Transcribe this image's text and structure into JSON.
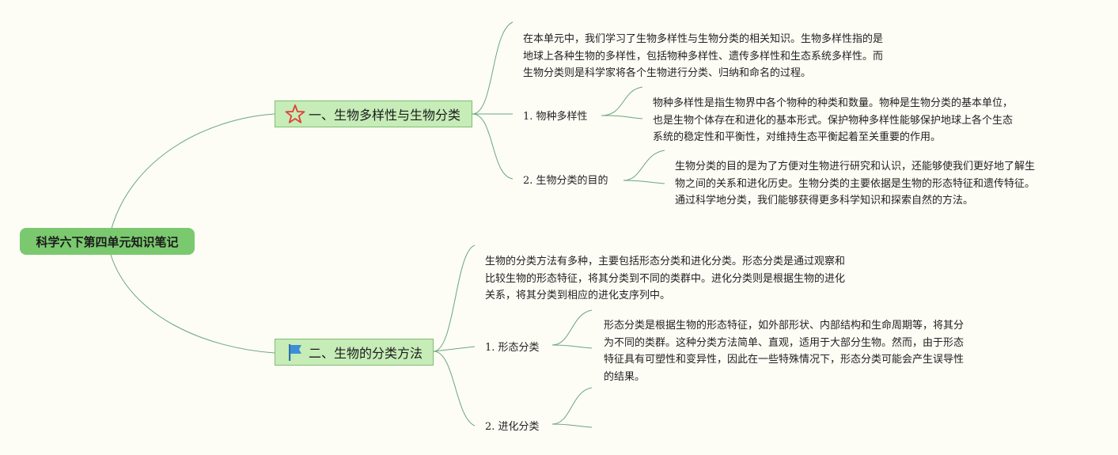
{
  "root": {
    "title": "科学六下第四单元知识笔记"
  },
  "branches": [
    {
      "title": "一、生物多样性与生物分类",
      "icon": "star-icon",
      "intro": "在本单元中，我们学习了生物多样性与生物分类的相关知识。生物多样性指的是\n地球上各种生物的多样性，包括物种多样性、遗传多样性和生态系统多样性。而\n生物分类则是科学家将各个生物进行分类、归纳和命名的过程。",
      "items": [
        {
          "label": "1. 物种多样性",
          "detail": "物种多样性是指生物界中各个物种的种类和数量。物种是生物分类的基本单位，\n也是生物个体存在和进化的基本形式。保护物种多样性能够保护地球上各个生态\n系统的稳定性和平衡性，对维持生态平衡起着至关重要的作用。"
        },
        {
          "label": "2. 生物分类的目的",
          "detail": "生物分类的目的是为了方便对生物进行研究和认识，还能够使我们更好地了解生\n物之间的关系和进化历史。生物分类的主要依据是生物的形态特征和遗传特征。\n通过科学地分类，我们能够获得更多科学知识和探索自然的方法。"
        }
      ]
    },
    {
      "title": "二、生物的分类方法",
      "icon": "flag-icon",
      "intro": "生物的分类方法有多种，主要包括形态分类和进化分类。形态分类是通过观察和\n比较生物的形态特征，将其分类到不同的类群中。进化分类则是根据生物的进化\n关系，将其分类到相应的进化支序列中。",
      "items": [
        {
          "label": "1. 形态分类",
          "detail": "形态分类是根据生物的形态特征，如外部形状、内部结构和生命周期等，将其分\n为不同的类群。这种分类方法简单、直观，适用于大部分生物。然而，由于形态\n特征具有可塑性和变异性，因此在一些特殊情况下，形态分类可能会产生误导性\n的结果。"
        },
        {
          "label": "2. 进化分类",
          "detail": ""
        }
      ]
    }
  ],
  "colors": {
    "root": "#7bc96f",
    "branch": "#c6ecb7",
    "link": "#6aa77e"
  }
}
